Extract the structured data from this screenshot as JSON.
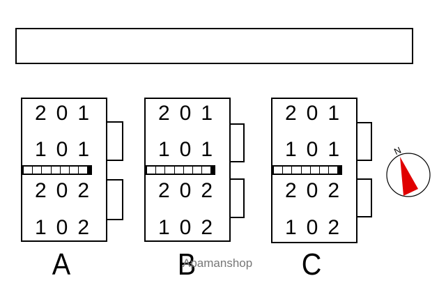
{
  "title_box": "",
  "buildings": [
    {
      "label": "A",
      "units": [
        "201",
        "101",
        "202",
        "102"
      ]
    },
    {
      "label": "B",
      "units": [
        "201",
        "101",
        "202",
        "102"
      ]
    },
    {
      "label": "C",
      "units": [
        "201",
        "101",
        "202",
        "102"
      ]
    }
  ],
  "compass": {
    "label": "N",
    "needle_color": "#e00000"
  },
  "watermark": "Apamanshop"
}
